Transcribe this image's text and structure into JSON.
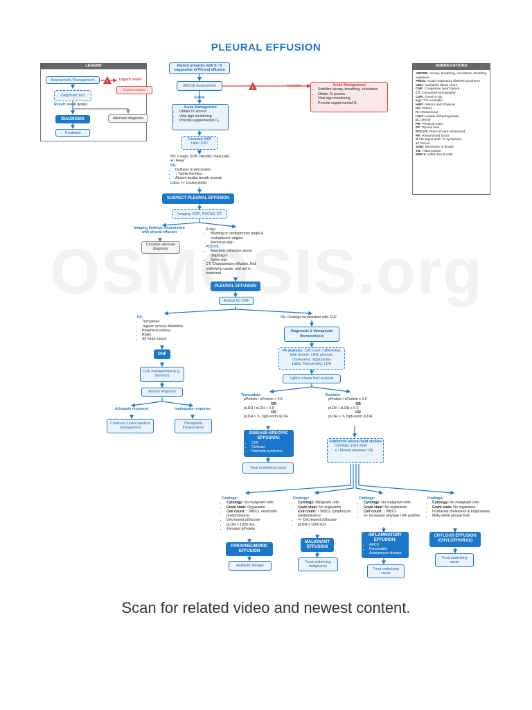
{
  "title": "PLEURAL EFFUSION",
  "watermark": "OSMOSIS.org",
  "caption": "Scan for related video and newest content.",
  "legend": {
    "header": "LEGEND",
    "assessment": "Assessment / Management",
    "urgent_result": "Urgent result",
    "urgent_actions": "Urgent actions",
    "diagnostic_test": "Diagnostic test",
    "result_label": "Result:",
    "result_text": "result details",
    "diagnosis": "DIAGNOSIS",
    "alternate": "Alternate diagnosis",
    "treatment": "Treatment"
  },
  "abbreviations": {
    "header": "ABBREVIATIONS",
    "items": [
      {
        "k": "ABCDE:",
        "v": "Airway, breathing, circulation, disability, exposure"
      },
      {
        "k": "ARDS:",
        "v": "Acute respiratory distress syndrome"
      },
      {
        "k": "CBC:",
        "v": "Complete blood count"
      },
      {
        "k": "CHF:",
        "v": "Congestive heart failure"
      },
      {
        "k": "CT:",
        "v": "Computed tomography"
      },
      {
        "k": "CXR:",
        "v": "Chest X-ray"
      },
      {
        "k": "e.g.:",
        "v": "\"for example\""
      },
      {
        "k": "H&P:",
        "v": "History and Physical"
      },
      {
        "k": "Hx:",
        "v": "History"
      },
      {
        "k": "IV:",
        "v": "Intravenous"
      },
      {
        "k": "LDH:",
        "v": "Lactate dehydrogenase"
      },
      {
        "k": "p=",
        "v": "pleural"
      },
      {
        "k": "PE:",
        "v": "Physical exam"
      },
      {
        "k": "PF:",
        "v": "Pleural fluid"
      },
      {
        "k": "POCUS:",
        "v": "Point-of-care ultrasound"
      },
      {
        "k": "RF:",
        "v": "Rheumatoid factor"
      },
      {
        "k": "S / S:",
        "v": "Signs and / or symptoms"
      },
      {
        "k": "s=",
        "v": "Serum"
      },
      {
        "k": "SOB:",
        "v": "Shortness of breath"
      },
      {
        "k": "TB:",
        "v": "Tuberculosis"
      },
      {
        "k": "WBCs:",
        "v": "White blood cells"
      }
    ]
  },
  "flow": {
    "start": "Patient presents with S / S suggestive of Pleural effusion",
    "abcde": "ABCDE Assessment",
    "unstable": "Unstable",
    "stable": "Stable",
    "acute_mgmt_title": "Acute Management",
    "acute_mgmt_items": [
      "Stabilize airway, breathing, circulation",
      "Obtain IV access",
      "Vital sign monitoring",
      "Provide supplemental O₂"
    ],
    "stable_mgmt_items": [
      "Obtain IV access",
      "Vital sign monitoring",
      "Provide supplemental O₂"
    ],
    "focused_hp": "Focused H&P",
    "labs_cbc": "Labs: CBC",
    "hx_label": "Hx:",
    "hx_text": "Cough, SOB, pleuritic chest pain, +/- Fever",
    "pe_label": "PE:",
    "pe_items": [
      "Dullness to percussion",
      "↓ Tactile fremitus",
      "Absent basilar breath sounds"
    ],
    "labs_label": "Labs:",
    "labs_text": "+/- Leukocytosis",
    "suspect": "SUSPECT PLEURAL EFFUSION",
    "imaging": "Imaging: CXR, POCUS, CT",
    "inconsistent": "Imaging findings inconsistent with pleural effusion",
    "consider_alt": "Consider alternate diagnosis",
    "xray_label": "X-ray:",
    "xray_items": [
      "Blunting of cardiophrenic angle & costophrenic angles",
      "Meniscus sign"
    ],
    "pocus_label": "POCUS:",
    "pocus_items": [
      "Anechoic collection above diaphragm",
      "Spine sign"
    ],
    "ct_label": "CT:",
    "ct_text": "Characterizes effusion, find underlying cause, and aid in treatment",
    "pleural_effusion": "PLEURAL EFFUSION",
    "assess_chf": "Assess for CHF",
    "pe_chf_label": "PE:",
    "pe_chf_items": [
      "Tachypnea",
      "Jugular venous distention",
      "Peripheral edema",
      "Rales",
      "S3 heart sound"
    ],
    "pe_incons_label": "PE:",
    "pe_incons_text": "Findings inconsistent with CHF",
    "thoracentesis": "Diagnostic & therapeutic thoracentesis",
    "pf_label": "PF analysis:",
    "pf_text": "Cell count / differential, total protein, LDH, glucose, cholesterol, triglycerides",
    "labs2_label": "Labs:",
    "labs2_text": "Total protein, LDH",
    "chf": "CHF",
    "chf_mgmt": "CHF management (e.g., diuretics)",
    "assess_response": "Assess response",
    "adequate": "Adequate response",
    "inadequate": "Inadequate response",
    "continue": "Continue current medical management",
    "therapeutic": "Therapeutic thoracentesis",
    "lights": "Light's criteria fluid analysis",
    "transudate_label": "Transudate:",
    "transudate_items": [
      "pProtein / sProtein < 0.5",
      "OR",
      "pLDH / sLDH < 0.6",
      "OR",
      "pLDH < ²/₃ high-norm sLDH"
    ],
    "exudate_label": "Exudate:",
    "exudate_items": [
      "pProtein / sProtein ≥ 0.5",
      "OR",
      "pLDH / sLDH ≥ 0.6",
      "OR",
      "pLDH ≥ ²/₃ high-norm sLDH"
    ],
    "disease_specific": "DISEASE-SPECIFIC EFFUSION:",
    "disease_items": [
      "CHF",
      "Cirrhosis",
      "Nephrotic syndrome"
    ],
    "treat_cause": "Treat underlying cause",
    "additional_title": "Additional pleural fluid studies",
    "additional_items": [
      "Cytology, gram stain",
      "+/- Pleural amylase / RF"
    ]
  },
  "outcomes": [
    {
      "findings_label": "Findings:",
      "items": [
        "Cytology: No malignant cells",
        "Gram stain: Organisms",
        "Cell count: ↑ WBCs, neutrophil predominance",
        "Decreased pGlucose",
        "pLDH > 1000 IU/L",
        "Elevated pProtein"
      ],
      "dx": "PARAPNEUMONIC EFFUSION",
      "tx": "Antibiotic therapy"
    },
    {
      "findings_label": "Findings:",
      "items": [
        "Cytology: Malignant cells",
        "Gram stain: No organisms",
        "Cell count: ↑ WBCs, lymphocyte predominance",
        "+/- Decreased pGlucose",
        "pLDH > 1000 IU/L"
      ],
      "dx": "MALIGNANT EFFUSION",
      "tx": "Treat underlying malignancy"
    },
    {
      "findings_label": "Findings:",
      "items": [
        "Cytology: No malignant cells",
        "Gram stain: No organisms",
        "Cell count: ↑ WBCs",
        "+/- Increased amylase / RF positive"
      ],
      "dx": "INFLAMMATORY EFFUSION:",
      "dx_items": [
        "ARDS",
        "Pancreatitis",
        "Autoimmune disease"
      ],
      "tx": "Treat underlying cause"
    },
    {
      "findings_label": "Findings:",
      "items": [
        "Cytology: No malignant cells",
        "Gram stain: No organisms",
        "Increased cholesterol & triglycerides",
        "Milky-white pleural fluid"
      ],
      "dx": "CHYLOUS EFFUSION (CHYLOTHORAX)",
      "tx": "Treat underlying cause"
    }
  ],
  "colors": {
    "accent": "#1a77c9",
    "urgent": "#d9393a",
    "gray": "#666666"
  }
}
